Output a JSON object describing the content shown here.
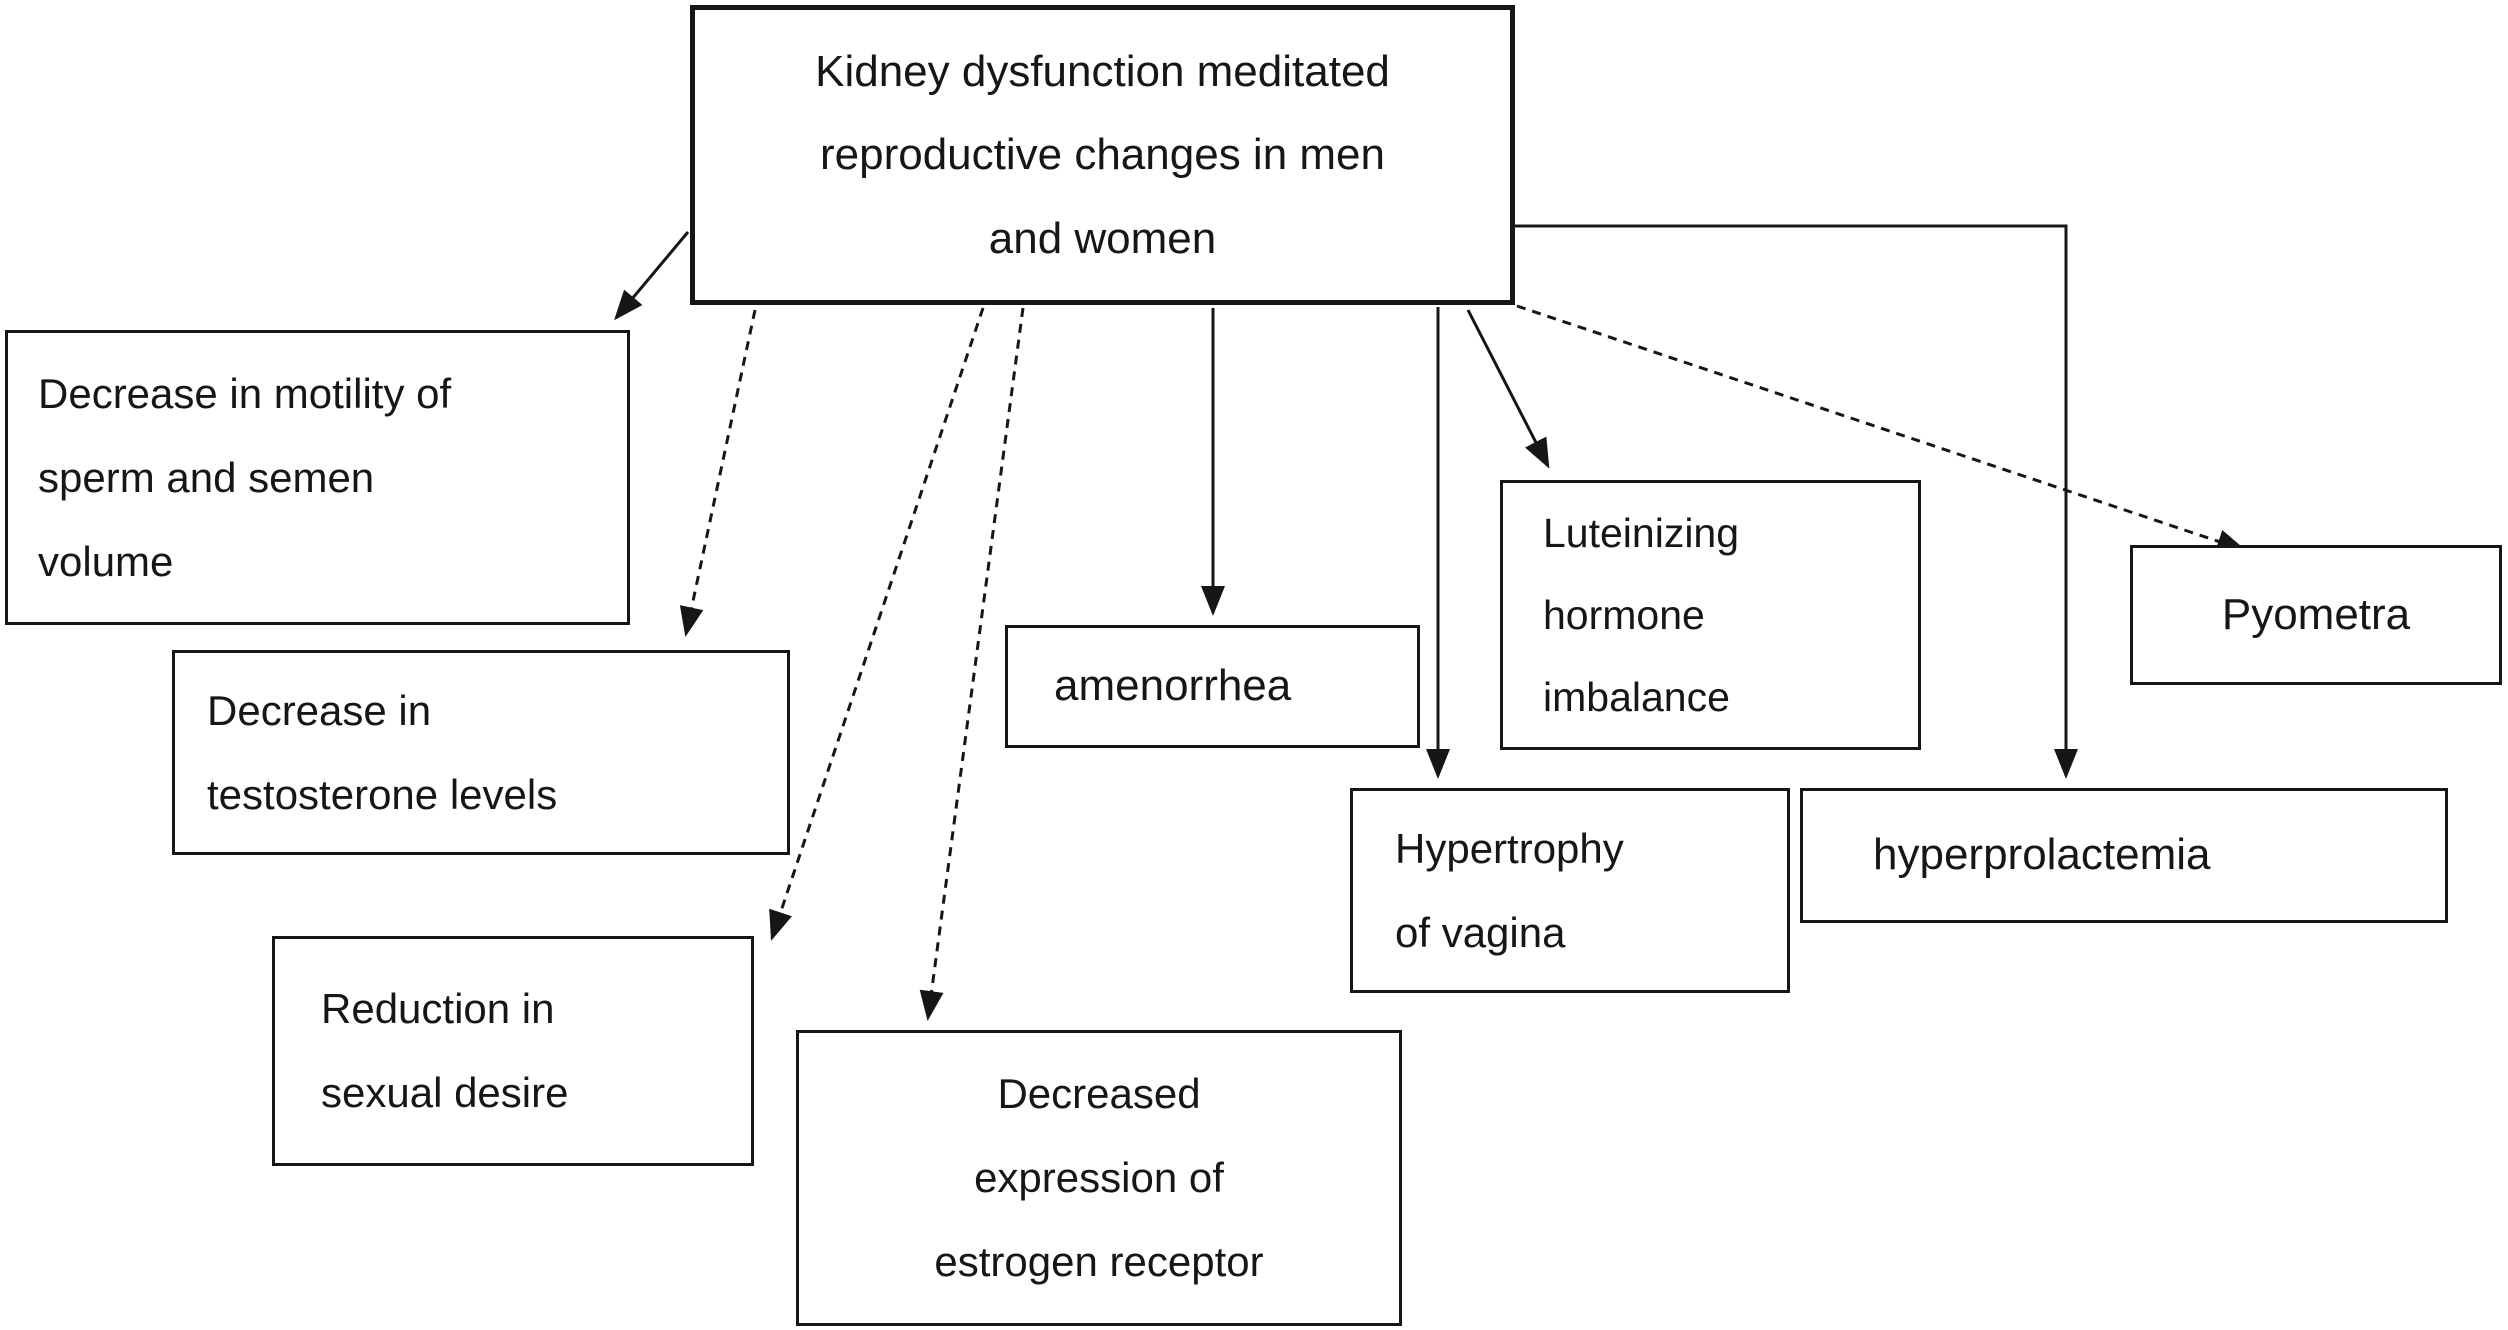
{
  "figure": {
    "description": "Flowchart of kidney dysfunction mediated reproductive changes",
    "colors": {
      "background": "#ffffff",
      "line": "#161616",
      "text": "#161616"
    },
    "nodes": {
      "title": {
        "lines": [
          "Kidney dysfunction meditated",
          "reproductive changes in men",
          "and women"
        ]
      },
      "motility": {
        "lines": [
          "Decrease in motility of",
          "sperm and semen",
          "volume"
        ]
      },
      "testosterone": {
        "lines": [
          "Decrease in",
          "testosterone levels"
        ]
      },
      "reduction": {
        "lines": [
          "Reduction in",
          "sexual desire"
        ]
      },
      "estrogen": {
        "lines": [
          "Decreased",
          "expression of",
          "estrogen receptor"
        ]
      },
      "amenorrhea": {
        "lines": [
          "amenorrhea"
        ]
      },
      "luteinizing": {
        "lines": [
          "Luteinizing",
          "hormone",
          "imbalance"
        ]
      },
      "hypertrophy": {
        "lines": [
          "Hypertrophy",
          "of vagina"
        ]
      },
      "hyperprolactemia": {
        "lines": [
          "hyperprolactemia"
        ]
      },
      "pyometra": {
        "lines": [
          "Pyometra"
        ]
      }
    },
    "edges": [
      {
        "from": "title",
        "to": "motility",
        "style": "solid"
      },
      {
        "from": "title",
        "to": "testosterone",
        "style": "dashed"
      },
      {
        "from": "title",
        "to": "reduction",
        "style": "dashed"
      },
      {
        "from": "title",
        "to": "estrogen",
        "style": "dashed"
      },
      {
        "from": "title",
        "to": "amenorrhea",
        "style": "solid"
      },
      {
        "from": "title",
        "to": "hypertrophy",
        "style": "solid"
      },
      {
        "from": "title",
        "to": "luteinizing",
        "style": "solid"
      },
      {
        "from": "title",
        "to": "pyometra",
        "style": "dashed"
      },
      {
        "from": "title",
        "to": "hyperprolactemia",
        "style": "solid"
      }
    ]
  }
}
